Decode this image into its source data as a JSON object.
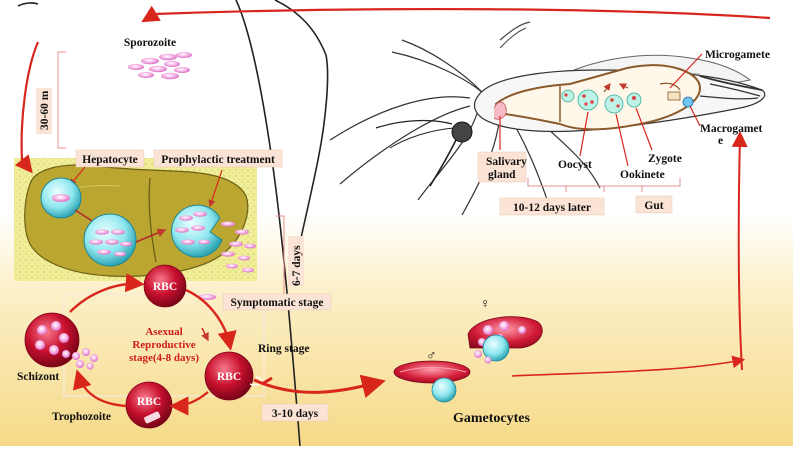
{
  "labels": {
    "sporozoite": "Sporozoite",
    "time_30_60": "30-60 m",
    "hepatocyte": "Hepatocyte",
    "prophylactic": "Prophylactic treatment",
    "days_6_7": "6-7 days",
    "rbc": "RBC",
    "symptomatic": "Symptomatic stage",
    "asexual_1": "Asexual",
    "asexual_2": "Reproductive",
    "asexual_3": "stage(4-8 days)",
    "ring_stage": "Ring stage",
    "schizont": "Schizont",
    "trophozoite": "Trophozoite",
    "days_3_10": "3-10 days",
    "gametocytes": "Gametocytes",
    "male_symbol": "♂",
    "female_symbol": "♀",
    "microgamete": "Microgamete",
    "macrogamete_1": "Macrogamet",
    "macrogamete_2": "e",
    "salivary_1": "Salivary",
    "salivary_2": "gland",
    "oocyst": "Oocyst",
    "zygote": "Zygote",
    "ookinete": "Ookinete",
    "later": "10-12 days later",
    "gut": "Gut"
  },
  "colors": {
    "arrow_red": "#d9261c",
    "rbc_red": "#c8102e",
    "cell_cyan": "#7fe3ee",
    "parasite_pink": "#e988d6",
    "liver_olive": "#c0a935",
    "liver_bg": "#f1ee9a",
    "label_box": "#fbe4d5"
  }
}
